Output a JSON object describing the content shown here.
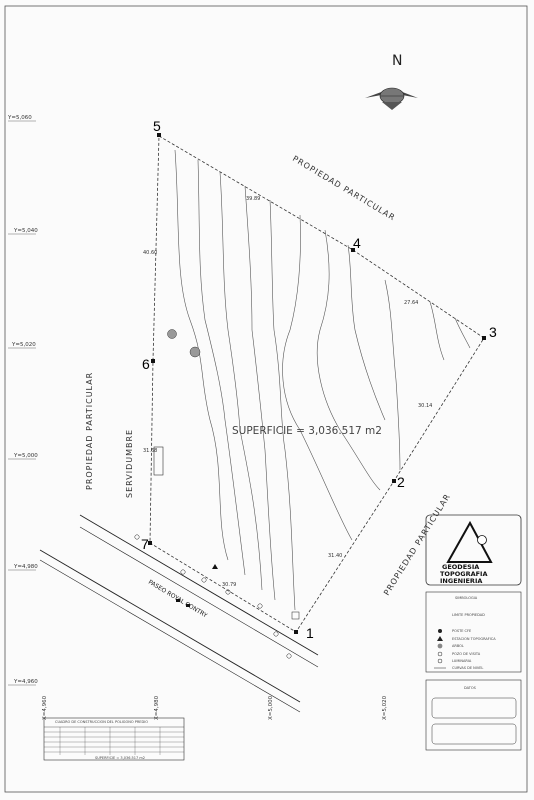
{
  "north_label": "N",
  "grid": {
    "y_labels": [
      "Y=5,060",
      "Y=5,040",
      "Y=5,020",
      "Y=5,000",
      "Y=4,980",
      "Y=4,960"
    ],
    "x_labels": [
      "X=4,960",
      "X=4,980",
      "X=5,000",
      "X=5,020"
    ]
  },
  "vertices": [
    "1",
    "2",
    "3",
    "4",
    "5",
    "6",
    "7"
  ],
  "distances": [
    "39.89",
    "40.60",
    "27.64",
    "30.14",
    "31.40",
    "30.79",
    "31.68"
  ],
  "labels": {
    "propiedad_top": "PROPIEDAD PARTICULAR",
    "propiedad_left": "PROPIEDAD PARTICULAR",
    "propiedad_right": "PROPIEDAD PARTICULAR",
    "servidumbre": "SERVIDUMBRE",
    "paseo": "PASEO ROYAL CONTRY",
    "superficie": "SUPERFICIE = 3,036.517 m2"
  },
  "logo": {
    "line1": "GEODESIA",
    "line2": "TOPOGRAFIA",
    "line3": "INGENIERIA"
  },
  "legend": {
    "title": "SIMBOLOGIA",
    "items": [
      "LIMITE PROPIEDAD",
      "POSTE CFE",
      "ESTACION TOPOGRAFICA",
      "ARBOL",
      "POZO DE VISITA",
      "LUMINARIA",
      "CURVAS DE NIVEL"
    ]
  },
  "datos_title": "DATOS",
  "table_title": "CUADRO DE CONSTRUCCION DEL POLIGONO PREDIO",
  "table_footer": "SUPERFICIE = 3,036.517 m2"
}
